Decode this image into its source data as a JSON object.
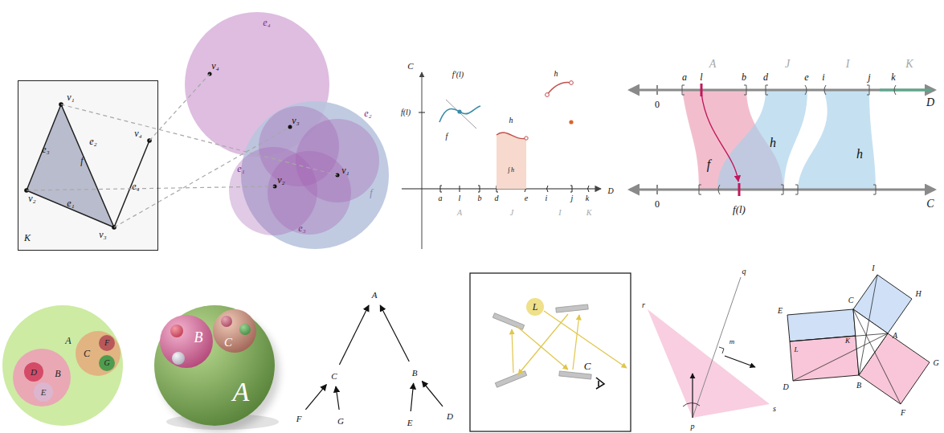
{
  "diagram": {
    "nodes": [
      {
        "text": [
          "K"
        ]
      },
      {
        "text": [
          "A"
        ]
      },
      {
        "text": [
          "B"
        ],
        "in": 1
      },
      {
        "text": [
          "D"
        ],
        "in": 2
      },
      {
        "text": [
          "E"
        ],
        "in": 2
      },
      {
        "text": [
          "C"
        ],
        "in": 1
      },
      {
        "text": [
          "F"
        ],
        "in": 5
      },
      {
        "text": [
          "G"
        ],
        "in": 5
      },
      {
        "text": [
          "A"
        ]
      },
      {
        "text": [
          "B"
        ],
        "in": 8
      },
      {
        "text": [
          "C"
        ],
        "in": 8
      },
      {
        "text": [
          "A"
        ]
      },
      {
        "text": [
          "C"
        ]
      },
      {
        "text": [
          "B"
        ]
      },
      {
        "text": [
          "F"
        ]
      },
      {
        "text": [
          "G"
        ]
      },
      {
        "text": [
          "E"
        ]
      },
      {
        "text": [
          "D"
        ]
      },
      {
        "text": [
          "L"
        ]
      }
    ],
    "edges": [
      {
        "from": 12,
        "to": 11,
        "arrow": "to"
      },
      {
        "from": 13,
        "to": 11,
        "arrow": "to"
      },
      {
        "from": 14,
        "to": 12,
        "arrow": "to"
      },
      {
        "from": 15,
        "to": 12,
        "arrow": "to"
      },
      {
        "from": 16,
        "to": 13,
        "arrow": "to"
      },
      {
        "from": 17,
        "to": 13,
        "arrow": "to"
      }
    ],
    "labels": [
      "v₁",
      "e₃",
      "f",
      "e₂",
      "v₄",
      "v₂",
      "e₁",
      "e₄",
      "v₃",
      "e₄",
      "v₄",
      "e₂",
      "v₃",
      "e₁",
      "v₁",
      "v₂",
      "e₃",
      "f",
      "C",
      "f′(l)",
      "f(l)",
      "f",
      "h",
      "∫ h",
      "h",
      "a",
      "l",
      "b",
      "d",
      "e",
      "i",
      "j",
      "k",
      "D",
      "A",
      "J",
      "I",
      "K",
      "A",
      "J",
      "I",
      "K",
      "a",
      "l",
      "b",
      "d",
      "e",
      "i",
      "j",
      "k",
      "0",
      "D",
      "0",
      "C",
      "f",
      "h",
      "h",
      "f(l)",
      "C",
      "r",
      "q",
      "m",
      "s",
      "p",
      "I",
      "H",
      "E",
      "C",
      "A",
      "G",
      "K",
      "L",
      "D",
      "B",
      "F"
    ]
  }
}
